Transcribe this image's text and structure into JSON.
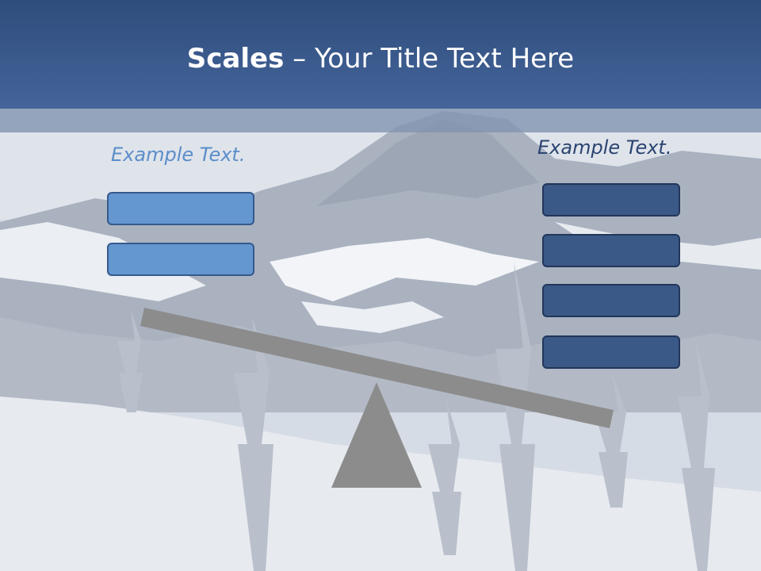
{
  "slide": {
    "title_bold": "Scales",
    "title_rest": " – Your Title Text Here",
    "left_label": "Example Text.",
    "right_label": "Example Text."
  },
  "left_boxes": [
    {
      "label": ""
    },
    {
      "label": ""
    }
  ],
  "right_boxes": [
    {
      "label": ""
    },
    {
      "label": ""
    },
    {
      "label": ""
    },
    {
      "label": ""
    }
  ],
  "colors": {
    "header": "#3a5a8c",
    "left_box": "#6496cf",
    "right_box": "#3b5987",
    "beam": "#8c8c8c",
    "left_label": "#5b8dc9",
    "right_label": "#2b4470"
  }
}
